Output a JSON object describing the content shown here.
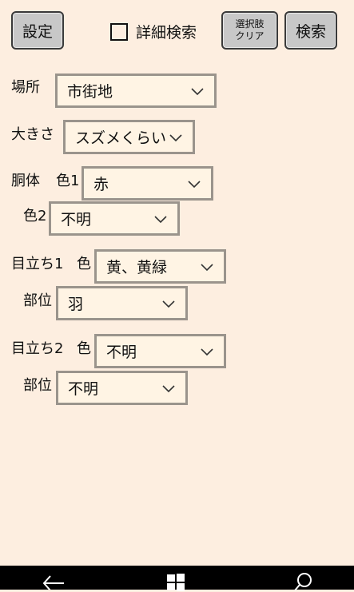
{
  "header": {
    "settings_label": "設定",
    "detail_search_label": "詳細検索",
    "detail_search_checked": false,
    "clear_line1": "選択肢",
    "clear_line2": "クリア",
    "search_label": "検索"
  },
  "form": {
    "place": {
      "label": "場所",
      "value": "市街地"
    },
    "size": {
      "label": "大きさ",
      "value": "スズメくらい"
    },
    "body": {
      "label": "胴体",
      "color1_label": "色1",
      "color1_value": "赤",
      "color2_label": "色2",
      "color2_value": "不明"
    },
    "feature1": {
      "label": "目立ち1",
      "color_label": "色",
      "color_value": "黄、黄緑",
      "part_label": "部位",
      "part_value": "羽"
    },
    "feature2": {
      "label": "目立ち2",
      "color_label": "色",
      "color_value": "不明",
      "part_label": "部位",
      "part_value": "不明"
    }
  },
  "navbar": {
    "icons": [
      "back-arrow-icon",
      "windows-start-icon",
      "search-icon"
    ]
  },
  "colors": {
    "background": "#fdeee0",
    "dropdown_bg": "#fff4e4",
    "dropdown_border": "#9a948c",
    "button_bg": "#c8c8c8"
  }
}
